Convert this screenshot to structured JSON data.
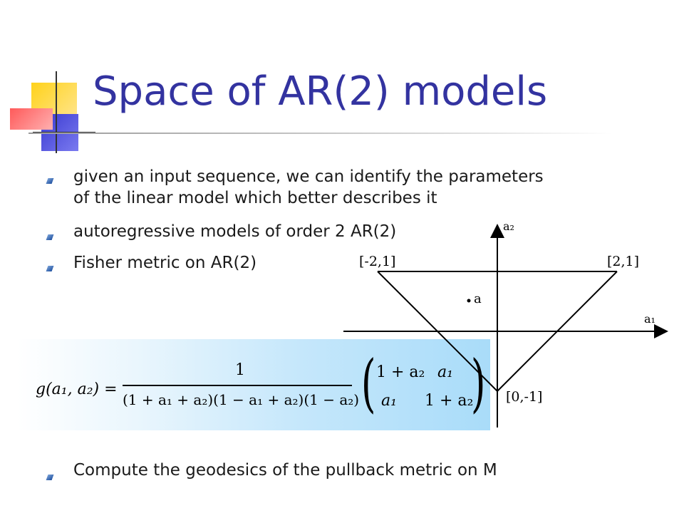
{
  "slide": {
    "title": "Space of AR(2) models",
    "bullets": [
      "given an input sequence, we can identify the parameters",
      "of the linear model which better describes it",
      "autoregressive models of order 2 AR(2)",
      "Fisher metric on AR(2)",
      "Compute the geodesics of the pullback metric on M"
    ]
  },
  "formula": {
    "lhs": "g(a₁, a₂) =",
    "numerator": "1",
    "denominator": "(1 + a₁ + a₂)(1 − a₁ + a₂)(1 − a₂)",
    "m11": "1 + a₂",
    "m12": "a₁",
    "m21": "a₁",
    "m22": "1 + a₂"
  },
  "diagram": {
    "axis_x_label": "a₁",
    "axis_y_label": "a₂",
    "point_label": "a",
    "vertex_left": "[-2,1]",
    "vertex_right": "[2,1]",
    "vertex_bottom": "[0,-1]"
  },
  "colors": {
    "title": "#3333a0",
    "bullet": "#1d4f9f",
    "formula_bg": "#c5e7fb"
  }
}
